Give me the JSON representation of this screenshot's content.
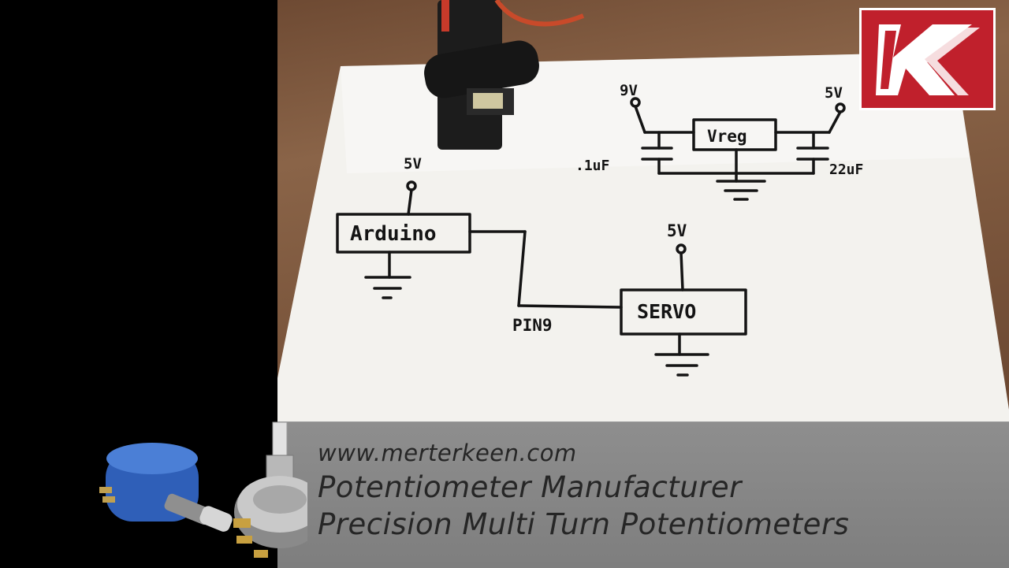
{
  "schematic": {
    "labels": {
      "v9": "9V",
      "v5_right": "5V",
      "vreg": "Vreg",
      "cap_left": ".1uF",
      "cap_right": "22uF",
      "v5_arduino": "5V",
      "arduino": "Arduino",
      "v5_servo": "5V",
      "servo": "SERVO",
      "pin": "PIN9"
    }
  },
  "banner": {
    "url": "www.merterkeen.com",
    "line1": "Potentiometer Manufacturer",
    "line2": "Precision Multi Turn Potentiometers"
  },
  "colors": {
    "brand_red": "#c0202c",
    "banner_gray": "#858585",
    "ink": "#141414",
    "paper": "#f4f3f0"
  },
  "icons": {
    "logo": "merterkeen-k-logo",
    "servo_motor": "servo-motor-photo",
    "potentiometers": "potentiometer-product-photo"
  }
}
